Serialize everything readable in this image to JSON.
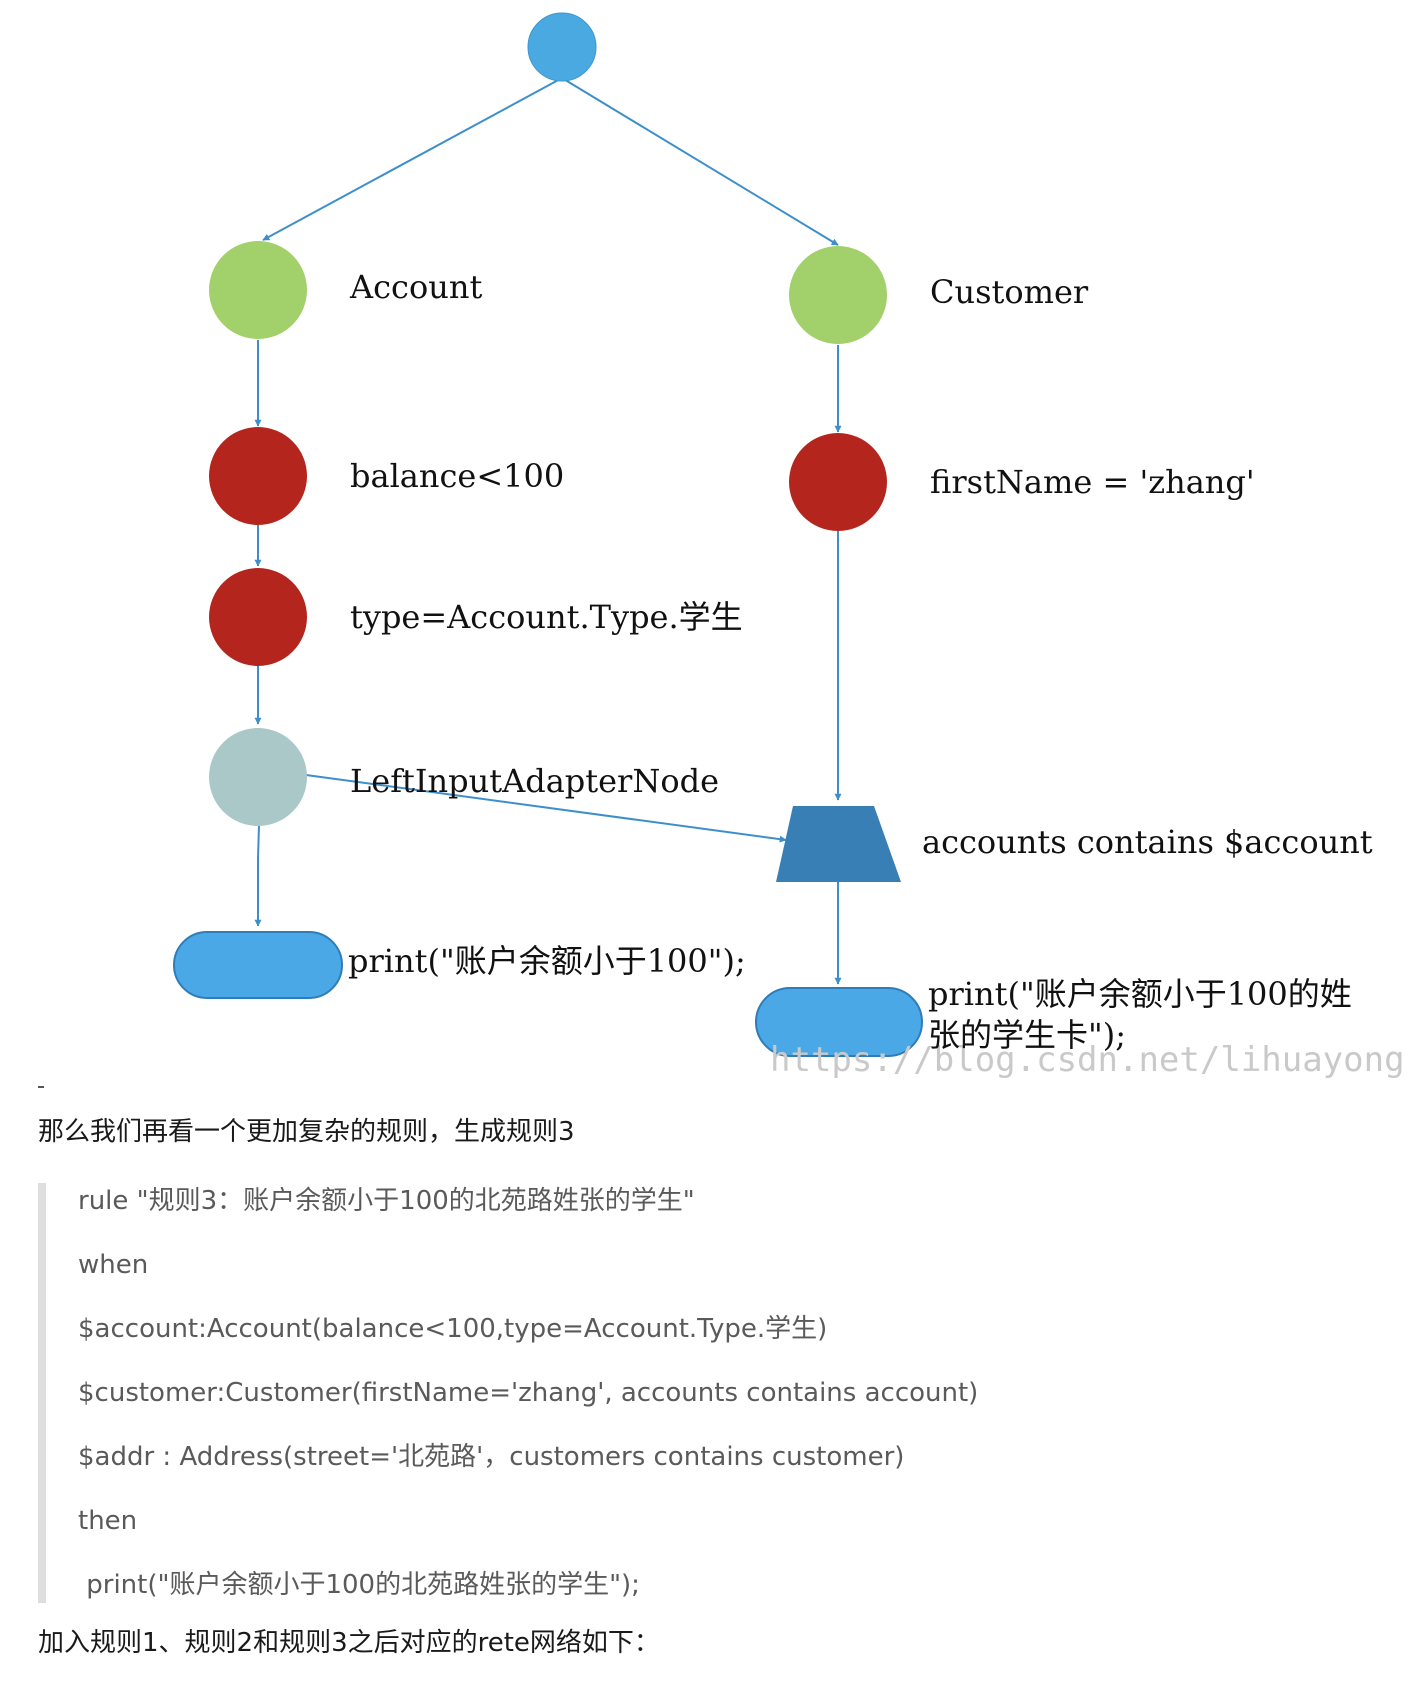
{
  "diagram": {
    "labels": {
      "account": "Account",
      "customer": "Customer",
      "balance": "balance<100",
      "first_name": "firstName = 'zhang'",
      "type": "type=Account.Type.学生",
      "left_input_adapter": "LeftInputAdapterNode",
      "accounts_contains": "accounts contains $account",
      "print_left": "print(\"账户余额小于100\");",
      "print_right_line1": "print(\"账户余额小于100的姓",
      "print_right_line2": "张的学生卡\");"
    },
    "watermark": "https://blog.csdn.net/lihuayong",
    "colors": {
      "root": "#4ba9e2",
      "object_type": "#a2d06a",
      "alpha": "#b4261d",
      "adapter": "#aac8c8",
      "join": "#387fb6",
      "terminal": "#4aa8e6",
      "edge": "#3d8fcb"
    }
  },
  "article": {
    "intro": "那么我们再看一个更加复杂的规则，生成规则3",
    "code_lines": [
      "rule \"规则3：账户余额小于100的北苑路姓张的学生\"",
      "when",
      "$account:Account(balance<100,type=Account.Type.学生)",
      "$customer:Customer(firstName='zhang', accounts contains account)",
      "$addr : Address(street='北苑路'，customers contains customer)",
      "then",
      " print(\"账户余额小于100的北苑路姓张的学生\");"
    ],
    "outro": "加入规则1、规则2和规则3之后对应的rete网络如下："
  }
}
